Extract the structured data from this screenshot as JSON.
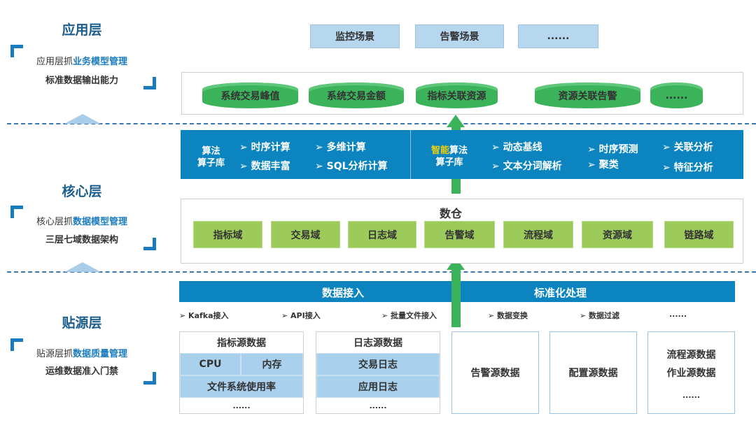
{
  "layers": {
    "app": {
      "title": "应用层",
      "line1_prefix": "应用层抓",
      "line1_highlight": "业务模型管理",
      "line2": "标准数据输出能力"
    },
    "core": {
      "title": "核心层",
      "line1_prefix": "核心层抓",
      "line1_highlight": "数据模型管理",
      "line2": "三层七域数据架构"
    },
    "source": {
      "title": "贴源层",
      "line1_prefix": "贴源层抓",
      "line1_highlight": "数据质量管理",
      "line2": "运维数据准入门禁"
    }
  },
  "scenes": [
    "监控场景",
    "告警场景",
    "......"
  ],
  "resources": [
    "系统交易峰值",
    "系统交易金额",
    "指标关联资源",
    "资源关联告警",
    "......"
  ],
  "algo": {
    "left_title": [
      "算法",
      "算子库"
    ],
    "left_items": [
      "时序计算",
      "多维计算",
      "数据丰富",
      "SQL分析计算"
    ],
    "right_title_highlight": "智能",
    "right_title_rest": "算法",
    "right_title_line2": "算子库",
    "right_items": [
      "动态基线",
      "时序预测",
      "关联分析",
      "文本分词解析",
      "聚类",
      "特征分析"
    ]
  },
  "warehouse": {
    "title": "数仓",
    "domains": [
      "指标域",
      "交易域",
      "日志域",
      "告警域",
      "流程域",
      "资源域",
      "链路域"
    ]
  },
  "processing": {
    "left": "数据接入",
    "right": "标准化处理",
    "items": [
      "Kafka接入",
      "API接入",
      "批量文件接入",
      "数据变换",
      "数据过滤",
      "......"
    ]
  },
  "sources": {
    "metric": {
      "title": "指标源数据",
      "cpu": "CPU",
      "mem": "内存",
      "fs": "文件系统使用率",
      "more": "......"
    },
    "log": {
      "title": "日志源数据",
      "trade": "交易日志",
      "app": "应用日志",
      "more": "......"
    },
    "alert": "告警源数据",
    "config": "配置源数据",
    "flow": {
      "l1": "流程源数据",
      "l2": "作业源数据",
      "more": "......"
    }
  },
  "colors": {
    "blue": "#0b84c0",
    "green": "#3bb35a",
    "domain": "#9ccb5c",
    "light_blue": "#b7d7ee",
    "highlight": "#f5d000"
  }
}
